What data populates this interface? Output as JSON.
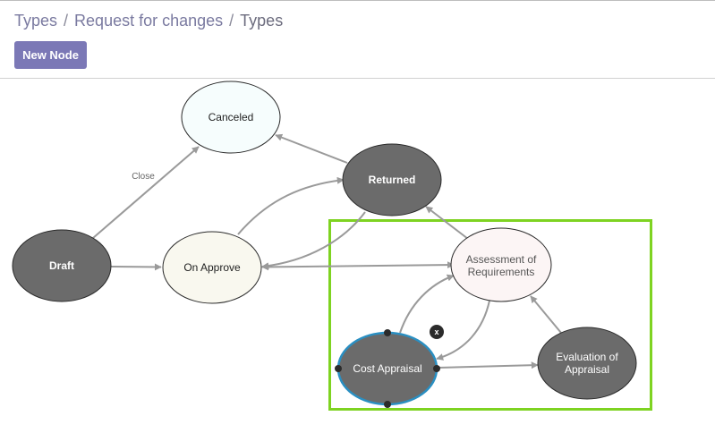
{
  "breadcrumb": {
    "items": [
      "Types",
      "Request for changes",
      "Types"
    ],
    "separator": "/"
  },
  "toolbar": {
    "new_node_label": "New Node"
  },
  "colors": {
    "accent": "#7b78b6",
    "selection_border": "#7ed321",
    "selected_node_outline": "#2a8fc2",
    "dark_node": "#6b6b6b",
    "edge": "#9a9a9a"
  },
  "diagram": {
    "nodes": {
      "canceled": "Canceled",
      "returned": "Returned",
      "draft": "Draft",
      "on_approve": "On Approve",
      "assessment_line1": "Assessment of",
      "assessment_line2": "Requirements",
      "cost_appraisal": "Cost Appraisal",
      "evaluation_line1": "Evaluation of",
      "evaluation_line2": "Appraisal"
    },
    "edge_labels": {
      "close": "Close"
    },
    "delete_glyph": "x"
  }
}
